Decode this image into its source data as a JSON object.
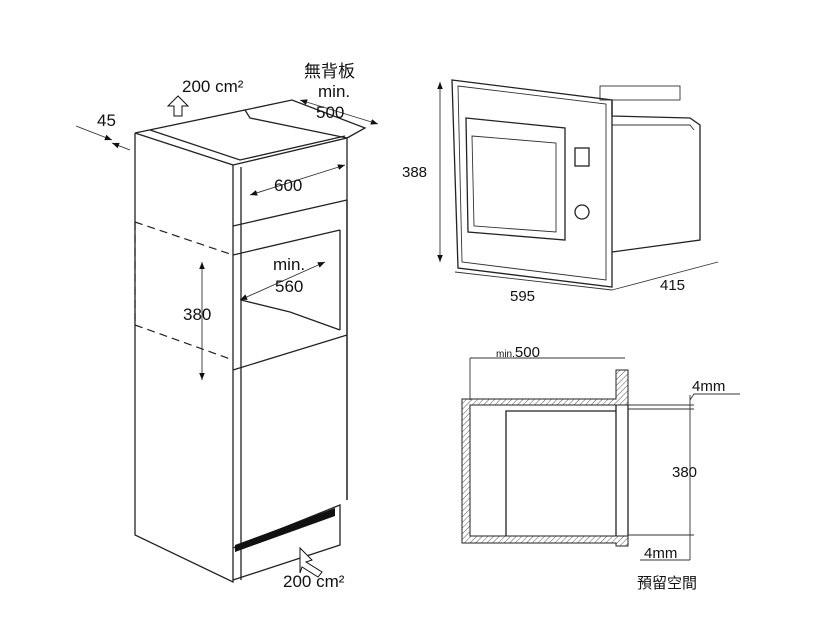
{
  "cabinet": {
    "top_vent": "200 cm²",
    "no_back_panel": "無背板",
    "depth_min_label": "min.",
    "depth_value": "500",
    "gap_value": "45",
    "width_value": "600",
    "niche_depth_min_label": "min.",
    "niche_depth_value": "560",
    "niche_height_value": "380",
    "bottom_vent": "200 cm²"
  },
  "appliance": {
    "height_value": "388",
    "width_value": "595",
    "depth_value": "415"
  },
  "section": {
    "depth_min_prefix": "min.",
    "depth_value": "500",
    "top_gap": "4mm",
    "height_value": "380",
    "bottom_gap": "4mm",
    "reserved_space": "預留空間"
  },
  "colors": {
    "line": "#222222",
    "hatch": "#555555"
  }
}
